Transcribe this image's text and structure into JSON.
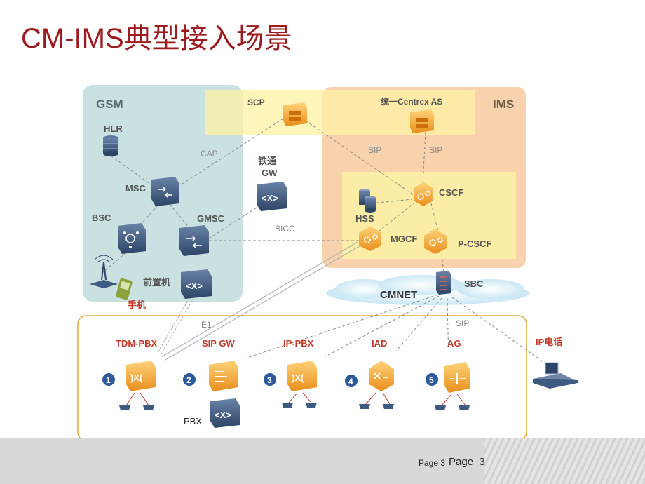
{
  "title": "CM-IMS典型接入场景",
  "zones": {
    "gsm": "GSM",
    "ims": "IMS",
    "cmnet": "CMNET"
  },
  "nodes": {
    "hlr": "HLR",
    "msc": "MSC",
    "bsc": "BSC",
    "gmsc": "GMSC",
    "front_unit": "前置机",
    "handset": "手机",
    "scp": "SCP",
    "centrex": "统一Centrex AS",
    "railgw_line1": "铁通",
    "railgw_line2": "GW",
    "hss": "HSS",
    "cscf": "CSCF",
    "mgcf": "MGCF",
    "pcscf": "P-CSCF",
    "sbc": "SBC",
    "ip_phone": "IP电话",
    "pbx": "PBX"
  },
  "links": {
    "cap": "CAP",
    "sip_left": "SIP",
    "sip_right": "SIP",
    "bicc": "BICC",
    "e1_top": "E1",
    "e1_bottom": "E1",
    "sip_bottom": "SIP"
  },
  "scenarios": [
    {
      "num": "1",
      "label": "TDM-PBX"
    },
    {
      "num": "2",
      "label": "SIP GW"
    },
    {
      "num": "3",
      "label": "IP-PBX"
    },
    {
      "num": "4",
      "label": "IAD"
    },
    {
      "num": "5",
      "label": "AG"
    }
  ],
  "footer": {
    "page_small": "Page 3",
    "page_large": "Page  3"
  },
  "colors": {
    "title": "#9b1b1f",
    "gsm_zone": "#c9e1e1",
    "ims_zone": "#f8d2ad",
    "scp_band": "#fdf2a4",
    "scenario_label": "#c0392b",
    "device_blue": "#3d5a80",
    "device_orange": "#f0a43a"
  }
}
